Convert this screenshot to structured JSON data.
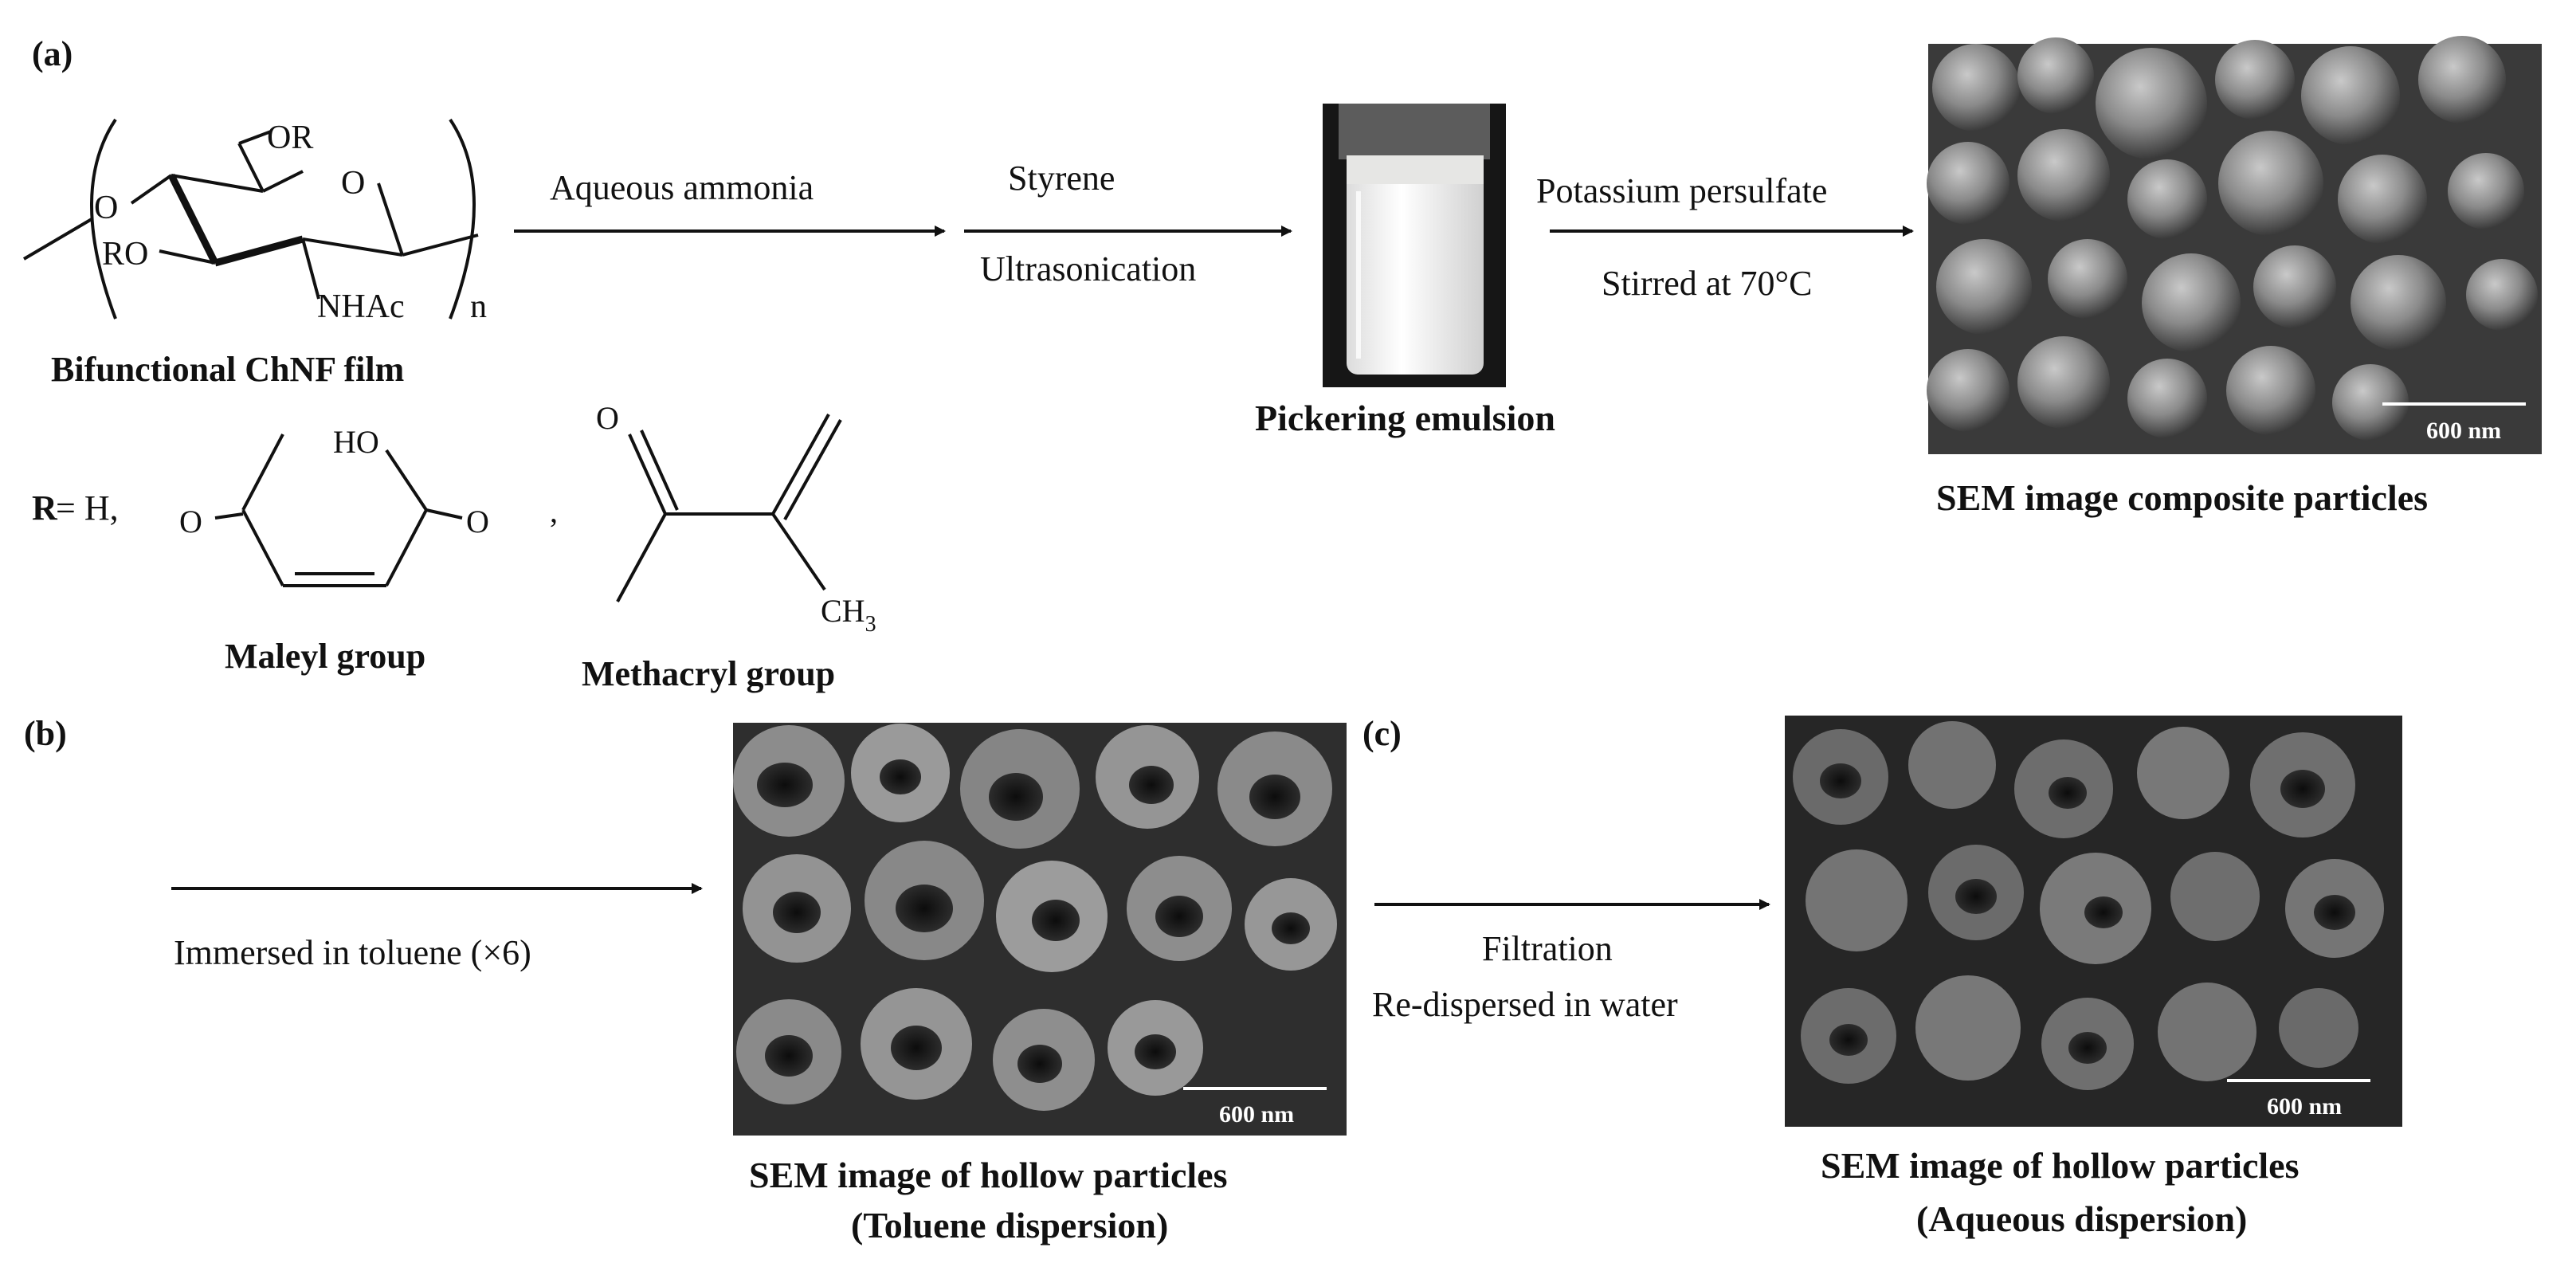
{
  "panels": {
    "a": "(a)",
    "b": "(b)",
    "c": "(c)"
  },
  "chitin": {
    "or_top": "OR",
    "ring_o": "O",
    "left_o": "O",
    "ro": "RO",
    "nhac": "NHAc",
    "n": "n",
    "name": "Bifunctional ChNF film"
  },
  "r_groups": {
    "r_label": "R",
    "r_eq": " = H,",
    "ho": "HO",
    "o_left": "O",
    "o_right": "O",
    "comma": ",",
    "maleyl": "Maleyl group",
    "o_top": "O",
    "ch3": "CH",
    "ch3_sub": "3",
    "methacryl": "Methacryl group"
  },
  "steps": {
    "ammonia": "Aqueous ammonia",
    "styrene": "Styrene",
    "ultrasonication": "Ultrasonication",
    "persulfate": "Potassium persulfate",
    "stirred": "Stirred at 70°C",
    "toluene": "Immersed in toluene (×6)",
    "filtration": "Filtration",
    "redispersed": "Re-dispersed in water"
  },
  "captions": {
    "pickering": "Pickering emulsion",
    "sem_composite": "SEM image composite particles",
    "sem_hollow_1": "SEM image of hollow particles",
    "sem_hollow_1b": "(Toluene dispersion)",
    "sem_hollow_2": "SEM image of hollow particles",
    "sem_hollow_2b": "(Aqueous dispersion)"
  },
  "scale_bars": {
    "composite": "600 nm",
    "toluene": "600 nm",
    "aqueous": "600 nm"
  },
  "colors": {
    "sem_dark": "#2b2b2b",
    "sem_mid": "#6f6f6f",
    "sem_light": "#a8a8a8",
    "emulsion": "#f4f4f2",
    "vial_bg": "#1a1a1a"
  }
}
